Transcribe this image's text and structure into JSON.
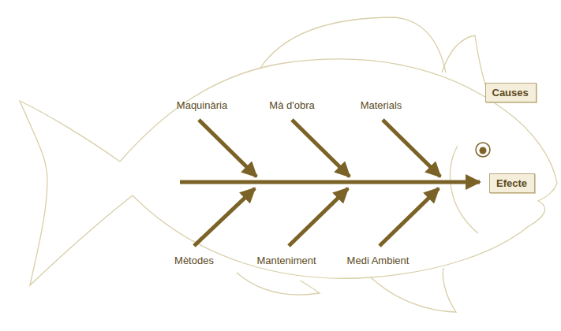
{
  "diagram": {
    "nodes": [
      {
        "text": [
          "Causes"
        ]
      },
      {
        "text": [
          "Efecte"
        ]
      }
    ],
    "labels": [
      "Maquinària",
      "Mà d'obra",
      "Materials",
      "Mètodes",
      "Manteniment",
      "Medi Ambient"
    ]
  }
}
